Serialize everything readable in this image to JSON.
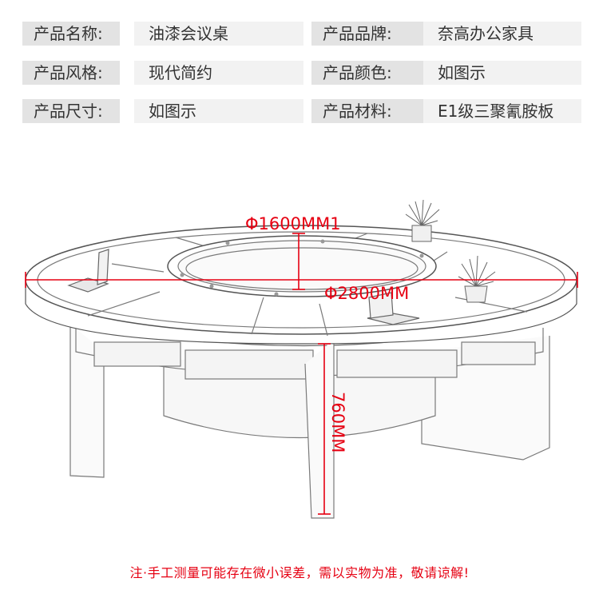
{
  "specs": [
    {
      "label": "产品名称:",
      "value": "油漆会议桌"
    },
    {
      "label": "产品品牌:",
      "value": "奈高办公家具"
    },
    {
      "label": "产品风格:",
      "value": "现代简约"
    },
    {
      "label": "产品颜色:",
      "value": "如图示"
    },
    {
      "label": "产品尺寸:",
      "value": "如图示"
    },
    {
      "label": "产品材料:",
      "value": "E1级三聚氰胺板"
    }
  ],
  "dimensions": {
    "inner_diameter": "Φ1600MM1",
    "outer_diameter": "Φ2800MM",
    "height": "760MM"
  },
  "colors": {
    "accent": "#e60012",
    "label_bg": "#e3e3e3",
    "value_bg": "#f2f2f2"
  },
  "footnote": "注·手工测量可能存在微小误差，需以实物为准，敬请谅解!"
}
